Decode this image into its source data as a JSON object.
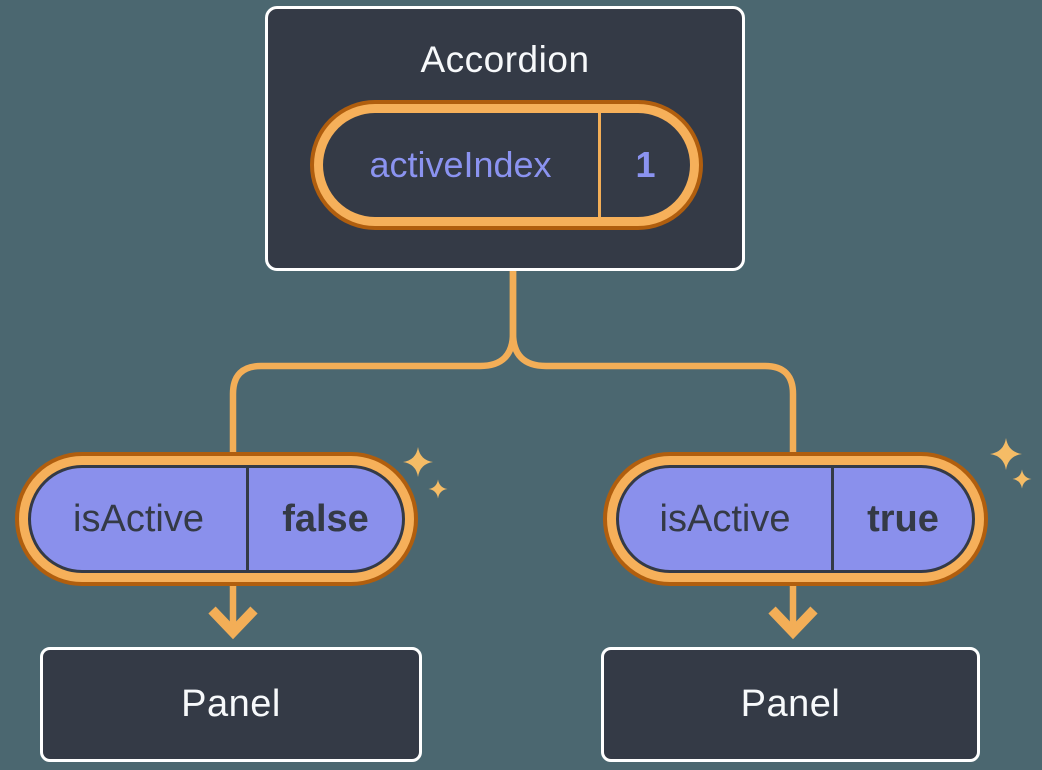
{
  "colors": {
    "bg": "#4b6770",
    "card": "#343a46",
    "card-border": "#ffffff",
    "text-light": "#f7f9fb",
    "purple": "#8a90ec",
    "dark-text": "#343a46",
    "periwinkle": "#8b93f0",
    "ring-dark": "#b05e0e",
    "ring-light": "#f6b05a",
    "connector": "#f3ae57",
    "sparkle": "#f5bc66"
  },
  "accordion": {
    "title": "Accordion",
    "state": {
      "name": "activeIndex",
      "value": "1"
    }
  },
  "children": [
    {
      "prop": {
        "name": "isActive",
        "value": "false"
      },
      "panel_label": "Panel"
    },
    {
      "prop": {
        "name": "isActive",
        "value": "true"
      },
      "panel_label": "Panel"
    }
  ],
  "icons": {
    "sparkle": "✦"
  }
}
